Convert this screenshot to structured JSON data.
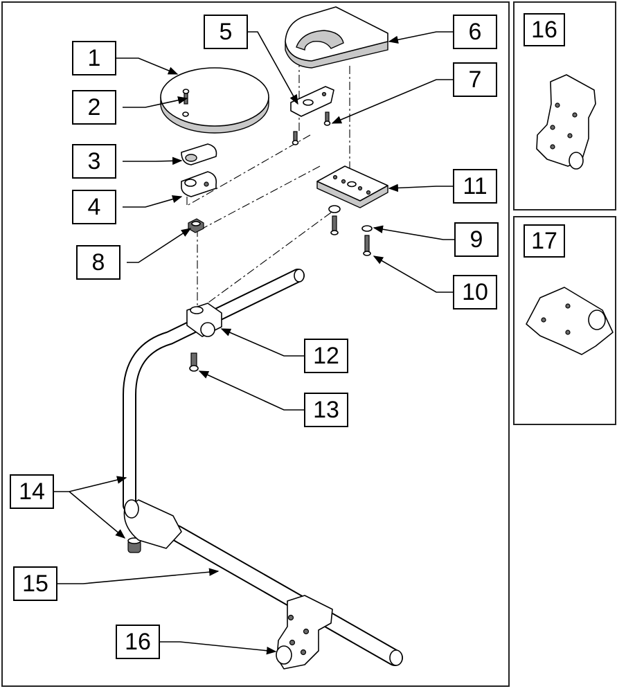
{
  "callouts": {
    "c1": "1",
    "c2": "2",
    "c3": "3",
    "c4": "4",
    "c5": "5",
    "c6": "6",
    "c7": "7",
    "c8": "8",
    "c9": "9",
    "c10": "10",
    "c11": "11",
    "c12": "12",
    "c13": "13",
    "c14": "14",
    "c15": "15",
    "c16": "16",
    "c16_detail": "16",
    "c17_detail": "17"
  }
}
